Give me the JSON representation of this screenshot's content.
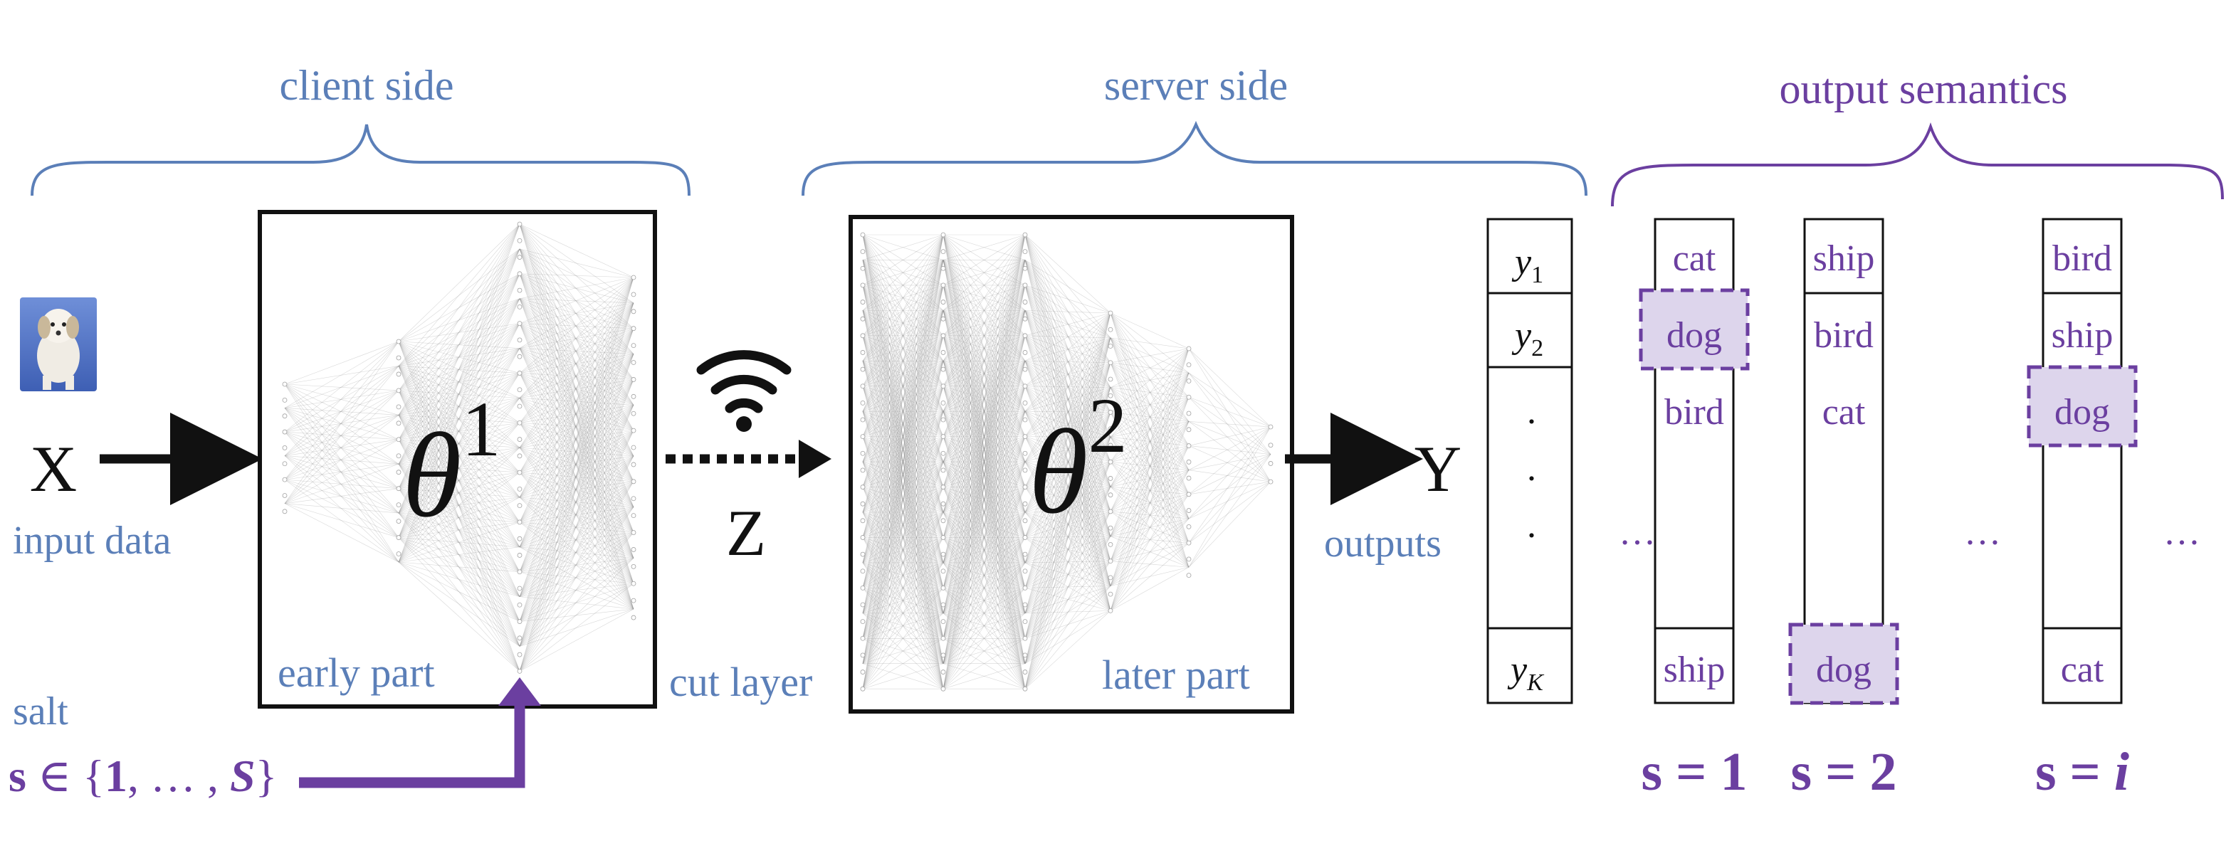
{
  "colors": {
    "blue": "#5b7fb8",
    "purple": "#6b3fa0",
    "highlight_fill": "#ddd5ec",
    "black": "#111111"
  },
  "braces": {
    "client": "client side",
    "server": "server side",
    "semantics": "output semantics"
  },
  "input": {
    "symbol": "X",
    "label": "input data",
    "image_icon": "dog-photo-icon"
  },
  "client_box": {
    "theta_base": "θ",
    "theta_sup": "1",
    "caption": "early part"
  },
  "transfer": {
    "symbol": "Z",
    "label": "cut layer",
    "icon": "wifi-icon"
  },
  "server_box": {
    "theta_base": "θ",
    "theta_sup": "2",
    "caption": "later part"
  },
  "output": {
    "symbol": "Y",
    "label": "outputs"
  },
  "output_vector": {
    "y1_base": "y",
    "y1_sub": "1",
    "y2_base": "y",
    "y2_sub": "2",
    "dots": [
      ".",
      ".",
      "."
    ],
    "yk_base": "y",
    "yk_sub": "K"
  },
  "salt": {
    "label": "salt",
    "s_bold": "s",
    "member": " ∈ {",
    "one": "1",
    "sep": ", … , ",
    "S": "S",
    "close": "}"
  },
  "semantic_columns": [
    {
      "slots": [
        "cat",
        "dog",
        "bird",
        "ship"
      ],
      "highlight": "dog",
      "s_eq": "s = ",
      "s_val": "1"
    },
    {
      "slots": [
        "ship",
        "bird",
        "cat",
        "dog"
      ],
      "highlight": "dog",
      "s_eq": "s = ",
      "s_val": "2"
    },
    {
      "slots": [
        "bird",
        "ship",
        "dog",
        "cat"
      ],
      "highlight": "dog",
      "s_eq": "s = ",
      "s_val": "i"
    }
  ],
  "ellipsis": "…"
}
